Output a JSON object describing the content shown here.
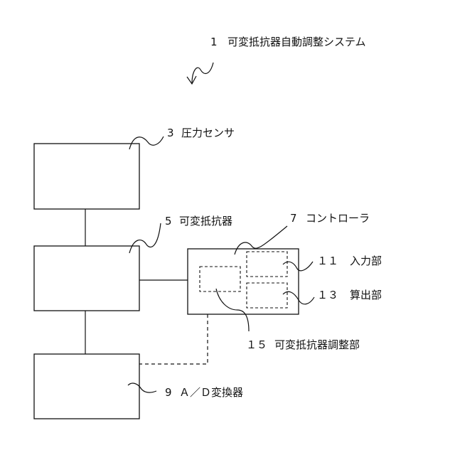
{
  "system": {
    "number": "1",
    "label": "可変抵抗器自動調整システム"
  },
  "blocks": {
    "pressure_sensor": {
      "number": "3",
      "label": "圧力センサ"
    },
    "variable_resistor": {
      "number": "5",
      "label": "可変抵抗器"
    },
    "controller": {
      "number": "7",
      "label": "コントローラ"
    },
    "ad_converter": {
      "number": "9",
      "label": "Ａ／Ｄ変換器"
    },
    "input_unit": {
      "number": "１１",
      "label": "入力部"
    },
    "calculation_unit": {
      "number": "１３",
      "label": "算出部"
    },
    "adjustment_unit": {
      "number": "１５",
      "label": "可変抵抗器調整部"
    }
  },
  "colors": {
    "line": "#111111",
    "background": "#ffffff"
  }
}
